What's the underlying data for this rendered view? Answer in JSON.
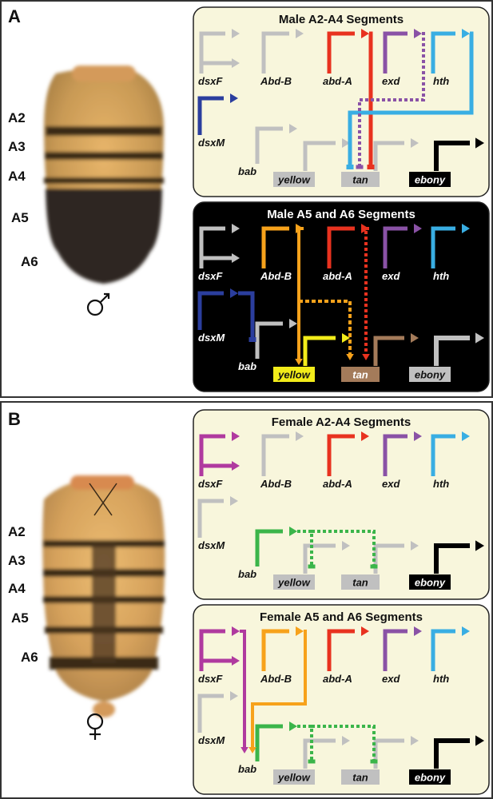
{
  "panels": [
    {
      "letter": "A",
      "sex": "male"
    },
    {
      "letter": "B",
      "sex": "female"
    }
  ],
  "segment_labels": [
    "A2",
    "A3",
    "A4",
    "A5",
    "A6"
  ],
  "boxes": [
    {
      "title": "Male A2-A4 Segments",
      "genes": {
        "dsxF": "dsxF",
        "abdB": "Abd-B",
        "abdA": "abd-A",
        "exd": "exd",
        "hth": "hth",
        "dsxM": "dsxM",
        "bab": "bab",
        "yellow": "yellow",
        "tan": "tan",
        "ebony": "ebony"
      }
    },
    {
      "title": "Male A5 and A6 Segments",
      "genes": {
        "dsxF": "dsxF",
        "abdB": "Abd-B",
        "abdA": "abd-A",
        "exd": "exd",
        "hth": "hth",
        "dsxM": "dsxM",
        "bab": "bab",
        "yellow": "yellow",
        "tan": "tan",
        "ebony": "ebony"
      }
    },
    {
      "title": "Female A2-A4 Segments",
      "genes": {
        "dsxF": "dsxF",
        "abdB": "Abd-B",
        "abdA": "abd-A",
        "exd": "exd",
        "hth": "hth",
        "dsxM": "dsxM",
        "bab": "bab",
        "yellow": "yellow",
        "tan": "tan",
        "ebony": "ebony"
      }
    },
    {
      "title": "Female A5 and A6 Segments",
      "genes": {
        "dsxF": "dsxF",
        "abdB": "Abd-B",
        "abdA": "abd-A",
        "exd": "exd",
        "hth": "hth",
        "dsxM": "dsxM",
        "bab": "bab",
        "yellow": "yellow",
        "tan": "tan",
        "ebony": "ebony"
      }
    }
  ],
  "colors": {
    "box_bg_light": "#f8f6dc",
    "box_bg_dark": "#000000",
    "inactive_gray": "#c0c0c0",
    "dsxF": "#b03a9f",
    "abdB": "#f7a21b",
    "abdA": "#e8321f",
    "exd": "#8a52a6",
    "hth": "#39aee3",
    "dsxM": "#2b3e9e",
    "bab_green": "#3bb54a",
    "yellow_gene": "#f2ec1a",
    "tan_gene": "#a47b5a",
    "ebony": "#000000"
  }
}
